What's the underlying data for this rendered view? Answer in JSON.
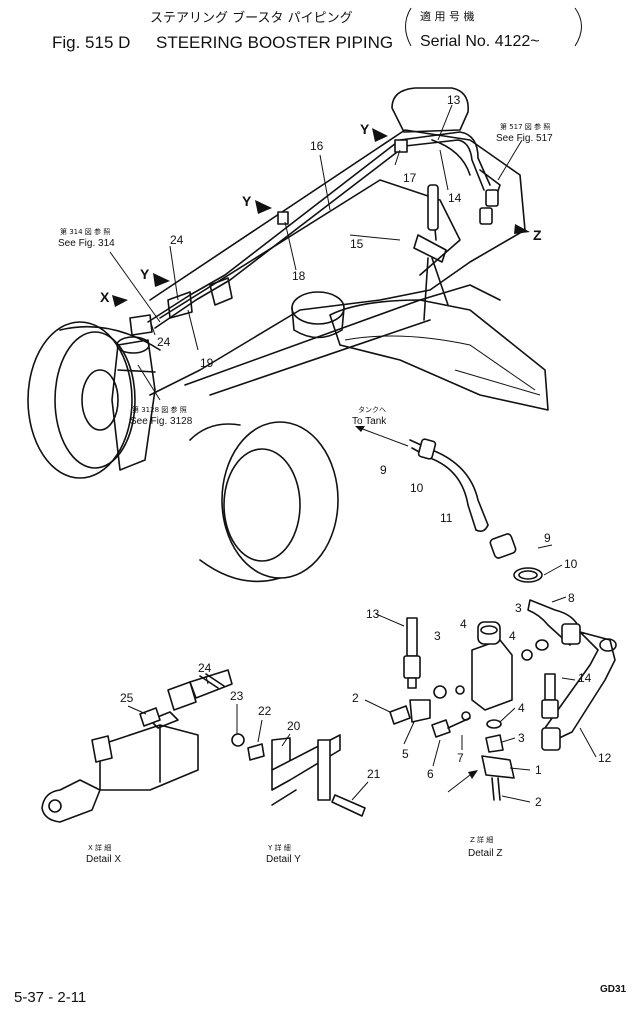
{
  "header": {
    "jp_title": "ステアリング ブースタ パイピング",
    "jp_applic": "適 用 号 機",
    "fig_label": "Fig. 515 D",
    "title_en": "STEERING BOOSTER PIPING",
    "serial": "Serial No. 4122~"
  },
  "refs": {
    "fig517_jp": "第 517 図 参 照",
    "fig517_en": "See Fig. 517",
    "fig314_jp": "第 314 図 参 照",
    "fig314_en": "See Fig. 314",
    "fig3128_jp": "第 3128 図 参 照",
    "fig3128_en": "See Fig. 3128",
    "tank_jp": "タンクへ",
    "tank_en": "To Tank"
  },
  "view_letters": {
    "x": "X",
    "y": "Y",
    "z": "Z"
  },
  "part_numbers": {
    "p1": "1",
    "p2": "2",
    "p3": "3",
    "p4": "4",
    "p5": "5",
    "p6": "6",
    "p7": "7",
    "p8": "8",
    "p9": "9",
    "p10": "10",
    "p11": "11",
    "p12": "12",
    "p13": "13",
    "p14": "14",
    "p15": "15",
    "p16": "16",
    "p17": "17",
    "p18": "18",
    "p19": "19",
    "p20": "20",
    "p21": "21",
    "p22": "22",
    "p23": "23",
    "p24": "24",
    "p25": "25"
  },
  "details": {
    "x_jp": "X 詳 細",
    "x_en": "Detail X",
    "y_jp": "Y 詳 細",
    "y_en": "Detail Y",
    "z_jp": "Z 詳 細",
    "z_en": "Detail Z"
  },
  "footer": {
    "page": "5-37 - 2-11",
    "code": "GD31"
  }
}
